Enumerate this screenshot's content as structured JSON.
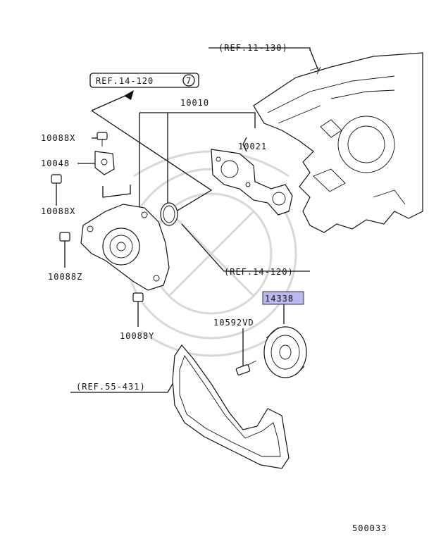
{
  "labels": {
    "ref_11_130": "(REF.11-130)",
    "ref_14_120_top": "REF.14-120",
    "ref_circle_num": "7",
    "part_10010": "10010",
    "part_10088x_top": "10088X",
    "part_10048": "10048",
    "part_10021": "10021",
    "part_10088x_bottom": "10088X",
    "part_10088z": "10088Z",
    "ref_14_120_mid": "(REF.14-120)",
    "part_14338": "14338",
    "part_10592vd": "10592VD",
    "part_10088y": "10088Y",
    "ref_55_431": "(REF.55-431)",
    "diagram_id": "500033"
  },
  "colors": {
    "highlight": "#b9b9f0",
    "ink": "#111111",
    "watermark": "#d8d8d8"
  }
}
